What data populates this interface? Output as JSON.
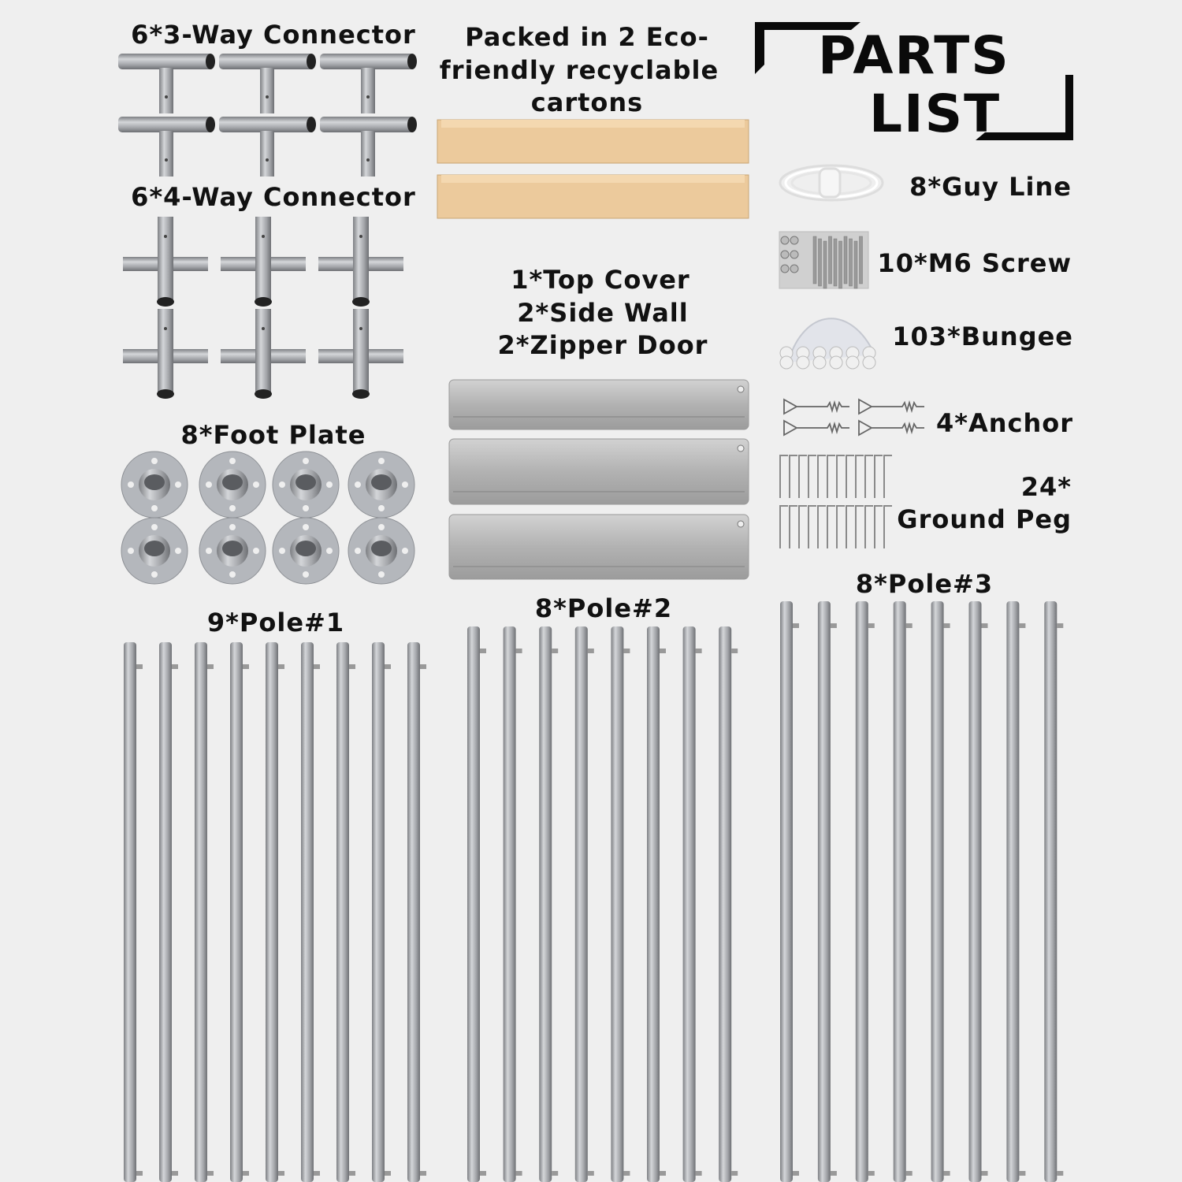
{
  "title": {
    "line1": "PARTS",
    "line2": "LIST"
  },
  "colors": {
    "background": "#efefef",
    "text": "#111111",
    "metal": "#a9abae",
    "carton": "#e9c99c",
    "fabric": "#b9b9b9"
  },
  "left": {
    "three_way": {
      "label": "6*3-Way Connector",
      "qty": 6
    },
    "four_way": {
      "label": "6*4-Way Connector",
      "qty": 6
    },
    "foot_plate": {
      "label": "8*Foot Plate",
      "qty": 8
    },
    "pole1": {
      "label": "9*Pole#1",
      "qty": 9
    }
  },
  "middle": {
    "cartons": {
      "line1": "Packed in 2 Eco-",
      "line2": "friendly recyclable",
      "line3": "cartons",
      "qty": 2
    },
    "fabric": {
      "line1": "1*Top Cover",
      "line2": "2*Side Wall",
      "line3": "2*Zipper Door"
    },
    "pole2": {
      "label": "8*Pole#2",
      "qty": 8
    }
  },
  "right": {
    "guy_line": "8*Guy Line",
    "screw": "10*M6 Screw",
    "bungee": "103*Bungee",
    "anchor": "4*Anchor",
    "peg_line1": "24*",
    "peg_line2": "Ground Peg",
    "pole3": {
      "label": "8*Pole#3",
      "qty": 8
    }
  }
}
